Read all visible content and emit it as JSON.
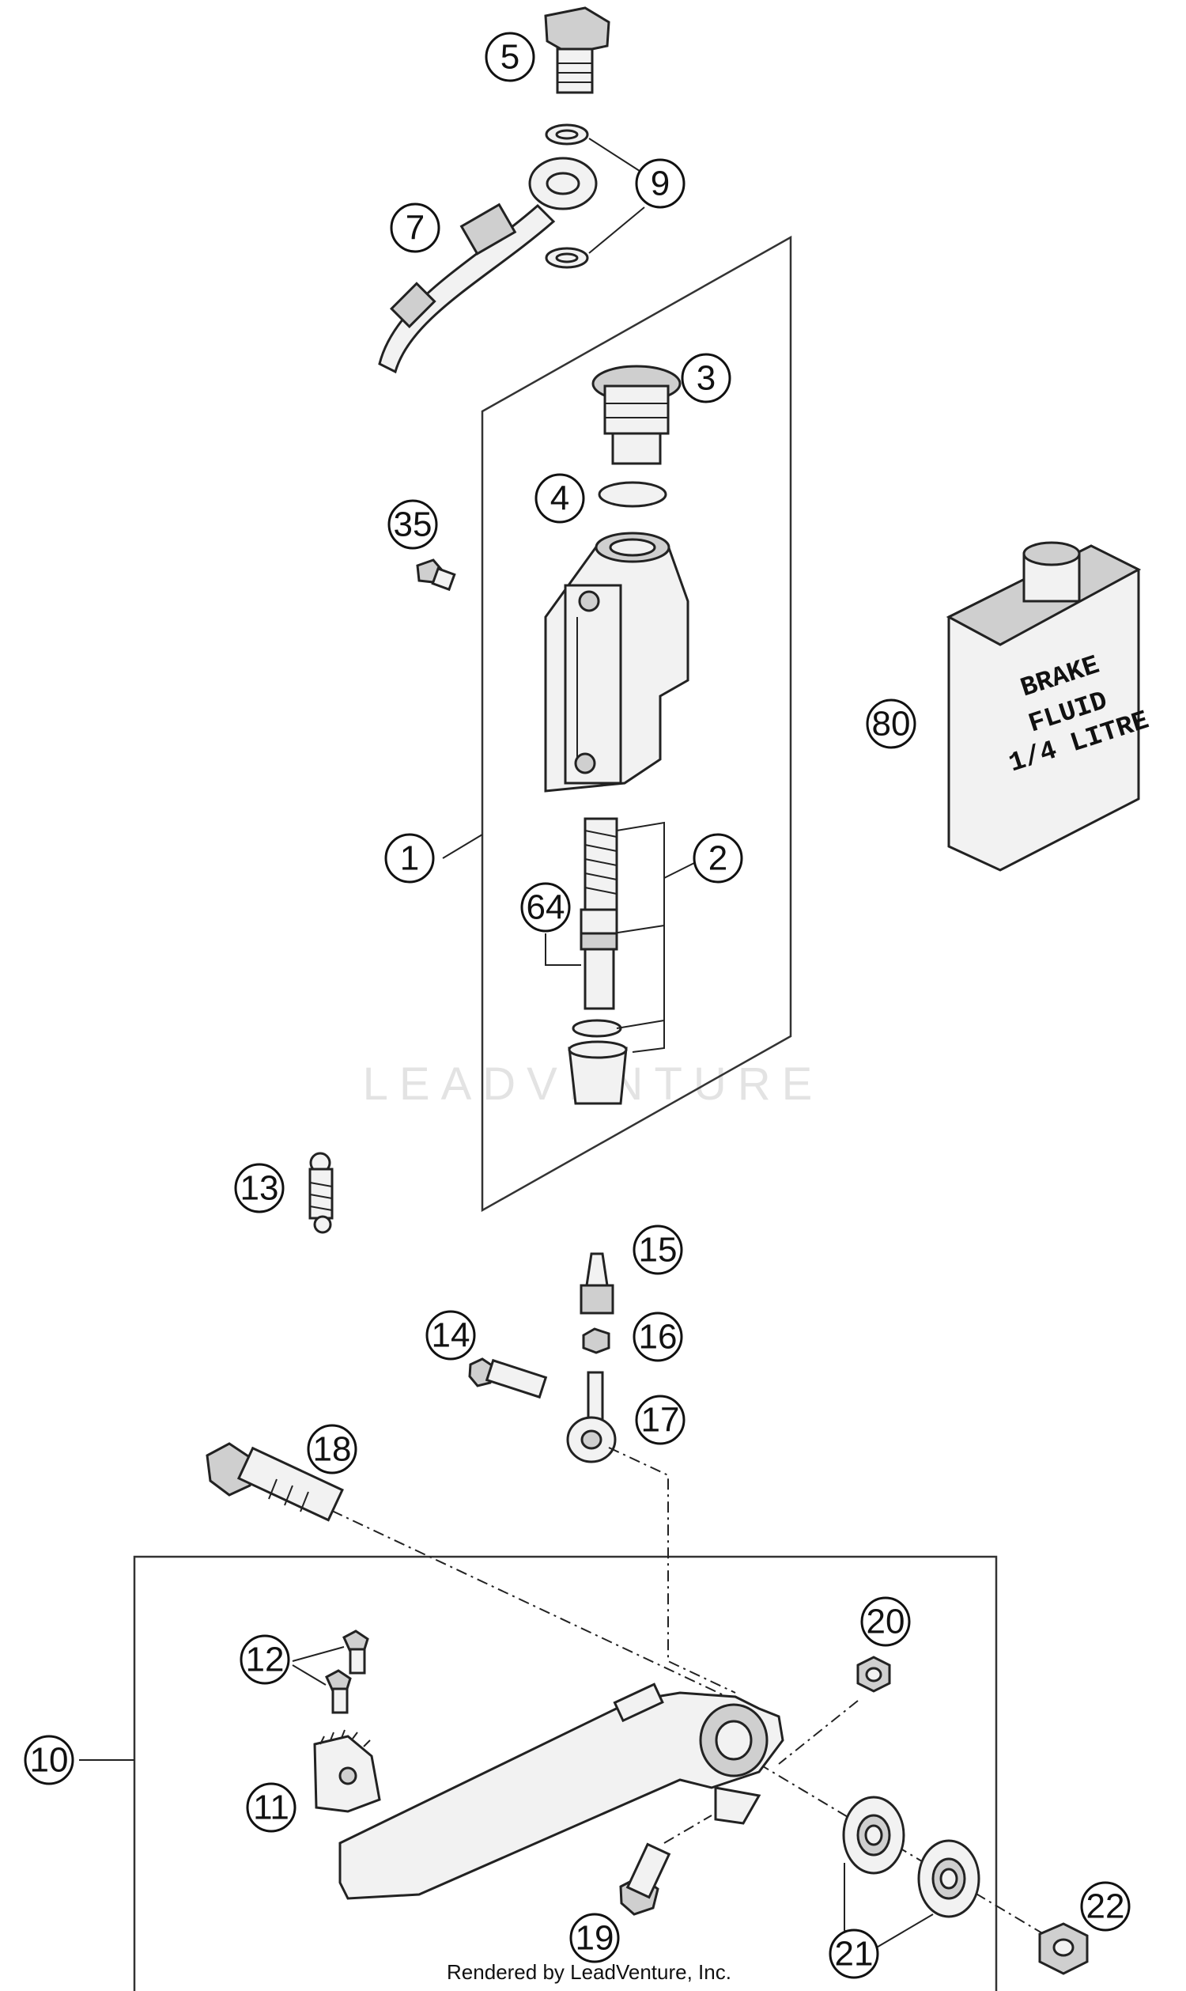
{
  "callouts": [
    {
      "id": "5",
      "label": "5"
    },
    {
      "id": "9",
      "label": "9"
    },
    {
      "id": "7",
      "label": "7"
    },
    {
      "id": "3",
      "label": "3"
    },
    {
      "id": "4",
      "label": "4"
    },
    {
      "id": "35",
      "label": "35"
    },
    {
      "id": "80",
      "label": "80"
    },
    {
      "id": "1",
      "label": "1"
    },
    {
      "id": "2",
      "label": "2"
    },
    {
      "id": "64",
      "label": "64"
    },
    {
      "id": "13",
      "label": "13"
    },
    {
      "id": "15",
      "label": "15"
    },
    {
      "id": "16",
      "label": "16"
    },
    {
      "id": "14",
      "label": "14"
    },
    {
      "id": "17",
      "label": "17"
    },
    {
      "id": "18",
      "label": "18"
    },
    {
      "id": "20",
      "label": "20"
    },
    {
      "id": "12",
      "label": "12"
    },
    {
      "id": "10",
      "label": "10"
    },
    {
      "id": "11",
      "label": "11"
    },
    {
      "id": "22",
      "label": "22"
    },
    {
      "id": "21",
      "label": "21"
    },
    {
      "id": "19",
      "label": "19"
    }
  ],
  "fluid_label": {
    "line1": "BRAKE",
    "line2": "FLUID",
    "line3": "1/4 LITRE"
  },
  "watermark": "LEADVENTURE",
  "footer": "Rendered by LeadVenture, Inc."
}
